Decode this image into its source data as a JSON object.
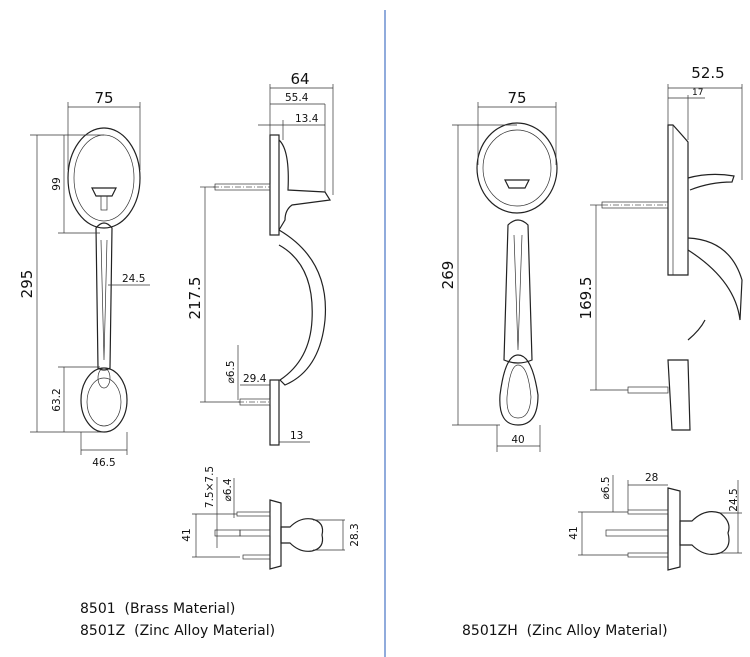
{
  "colors": {
    "divider": "#6b8fd0",
    "line": "#222222"
  },
  "left_model": {
    "front": {
      "width": "75",
      "escutcheon_height": "99",
      "overall_height": "295",
      "handle_width": "24.5",
      "knob_height": "63.2",
      "knob_width": "46.5"
    },
    "side": {
      "depth": "64",
      "depth_inner": "55.4",
      "plate": "13.4",
      "spindle_spacing": "217.5",
      "pin_dia": "⌀6.5",
      "pin_len": "29.4",
      "plate_bottom": "13"
    },
    "interior": {
      "square": "7.5×7.5",
      "dia": "⌀6.4",
      "spacing": "41",
      "knob": "28.3"
    },
    "caption_line1": "8501  (Brass Material)",
    "caption_line2": "8501Z  (Zinc Alloy Material)"
  },
  "right_model": {
    "front": {
      "width": "75",
      "overall_height": "269",
      "knob_width": "40"
    },
    "side": {
      "depth": "52.5",
      "plate": "17",
      "spindle_spacing": "169.5"
    },
    "interior": {
      "dia": "⌀6.5",
      "pin_len": "28",
      "spacing": "41",
      "knob": "24.5"
    },
    "caption": "8501ZH  (Zinc Alloy Material)"
  }
}
